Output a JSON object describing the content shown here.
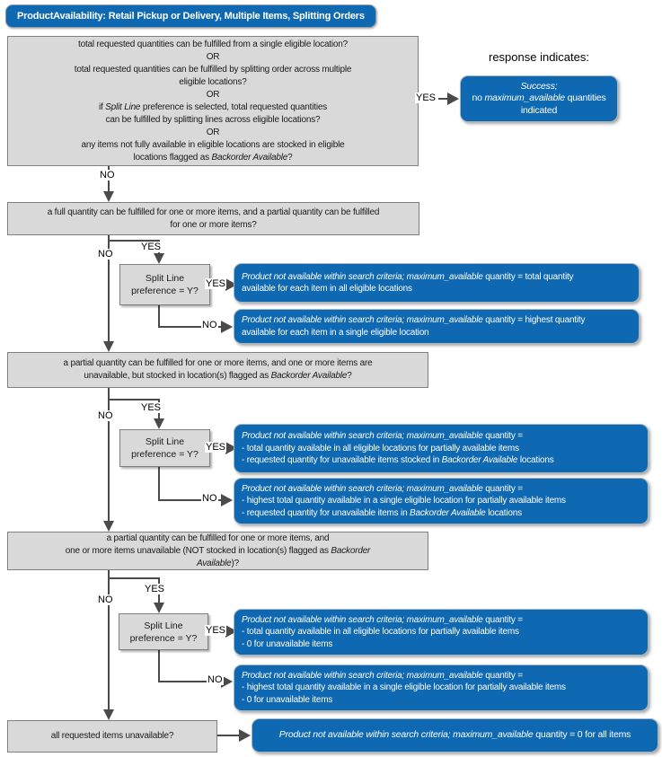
{
  "title": "ProductAvailability: Retail Pickup or Delivery, Multiple Items, Splitting Orders",
  "response_header": "response indicates:",
  "branch_labels": {
    "yes": "YES",
    "no": "NO"
  },
  "colors": {
    "accent_blue": "#0e68b2",
    "box_gray": "#d9d9d9",
    "border_gray": "#7f7f7f",
    "line_gray": "#4a4a4a",
    "response_text": "#ffffff"
  },
  "nodes": {
    "d1": "total requested quantities can be fulfilled from a single eligible location?\nOR\ntotal requested quantities can be fulfilled by splitting order across multiple\neligible locations?\nOR\nif *Split Line* preference is selected, total requested quantities\ncan be fulfilled by splitting lines across eligible locations?\nOR\nany items not fully available in eligible locations are stocked in eligible\nlocations flagged as *Backorder Available*?",
    "d2": "a full quantity can be fulfilled for one or more items, and a partial quantity can be fulfilled\nfor one or more items?",
    "d3": "a partial quantity can be fulfilled for one or more items, and one or more items are\nunavailable, but stocked in location(s) flagged as *Backorder Available*?",
    "d4": "a partial quantity can be fulfilled for one or more items, and\none or more items unavailable (NOT stocked in location(s) flagged as *Backorder\nAvailable*)?",
    "d5": "all requested items unavailable?",
    "split": "Split Line\npreference = Y?",
    "success": "*Success;*\nno *maximum_available* quantities\nindicated",
    "r1": "*Product not available within search criteria; maximum_available* quantity = total quantity\navailable for each item in all eligible locations",
    "r2": "*Product not available within search criteria; maximum_available* quantity = highest quantity\navailable for each item in a single  eligible location",
    "r3": "*Product not available within search criteria; maximum_available* quantity =\n- total quantity available in all eligible locations for partially available items\n- requested quantity for unavailable items stocked in *Backorder Available* locations",
    "r4": "*Product not available within search criteria; maximum_available* quantity =\n- highest total quantity available in a single eligible location for partially available items\n- requested quantity for unavailable items in *Backorder Available* locations",
    "r5": "*Product not available within search criteria; maximum_available* quantity =\n- total quantity available in all eligible locations for partially available items\n- 0 for unavailable items",
    "r6": "*Product not available within search criteria; maximum_available* quantity =\n- highest total quantity available in a single eligible  location for partially available items\n- 0 for unavailable items",
    "r7": "*Product not available within search criteria; maximum_available* quantity = 0 for all items"
  }
}
